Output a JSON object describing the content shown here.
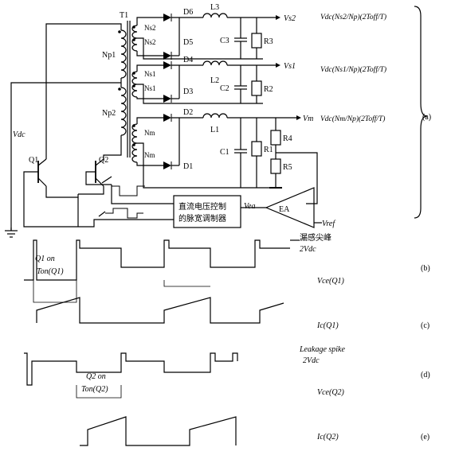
{
  "circuit": {
    "transformer": "T1",
    "windings": {
      "np1": "Np1",
      "np2": "Np2",
      "ns2_top": "Ns2",
      "ns2_bot": "Ns2",
      "ns1_top": "Ns1",
      "ns1_bot": "Ns1",
      "nm_top": "Nm",
      "nm_bot": "Nm"
    },
    "diodes": [
      "D6",
      "D5",
      "D4",
      "D3",
      "D2",
      "D1"
    ],
    "inductors": [
      "L3",
      "L2",
      "L1"
    ],
    "capacitors": [
      "C3",
      "C2",
      "C1"
    ],
    "resistors": [
      "R3",
      "R2",
      "R1",
      "R4",
      "R5"
    ],
    "transistors": [
      "Q1",
      "Q2"
    ],
    "vdc_label": "Vdc",
    "outputs": {
      "vs2": "Vs2",
      "vs1": "Vs1",
      "vm": "Vm"
    },
    "formulas": {
      "vs2": "Vdc(Ns2/Np)(2Toff/T)",
      "vs1": "Vdc(Ns1/Np)(2Toff/T)",
      "vm": "Vdc(Nm/Np)(2Toff/T)"
    },
    "pwm_box": [
      "直流电压控制",
      "的脉宽调制器"
    ],
    "vea": "Vea",
    "ea": "EA",
    "vref": "Vref",
    "panel": "(a)"
  },
  "waveforms": {
    "b": {
      "panel": "(b)",
      "q1_on": "Q1 on",
      "ton": "Ton(Q1)",
      "label": "Vce(Q1)",
      "spike_cn": "漏感尖峰",
      "two_vdc": "2Vdc"
    },
    "c": {
      "panel": "(c)",
      "label": "Ic(Q1)"
    },
    "d": {
      "panel": "(d)",
      "q2_on": "Q2 on",
      "ton": "Ton(Q2)",
      "label": "Vce(Q2)",
      "spike_en": "Leakage spike",
      "two_vdc": "2Vdc"
    },
    "e": {
      "panel": "(e)",
      "label": "Ic(Q2)"
    }
  }
}
